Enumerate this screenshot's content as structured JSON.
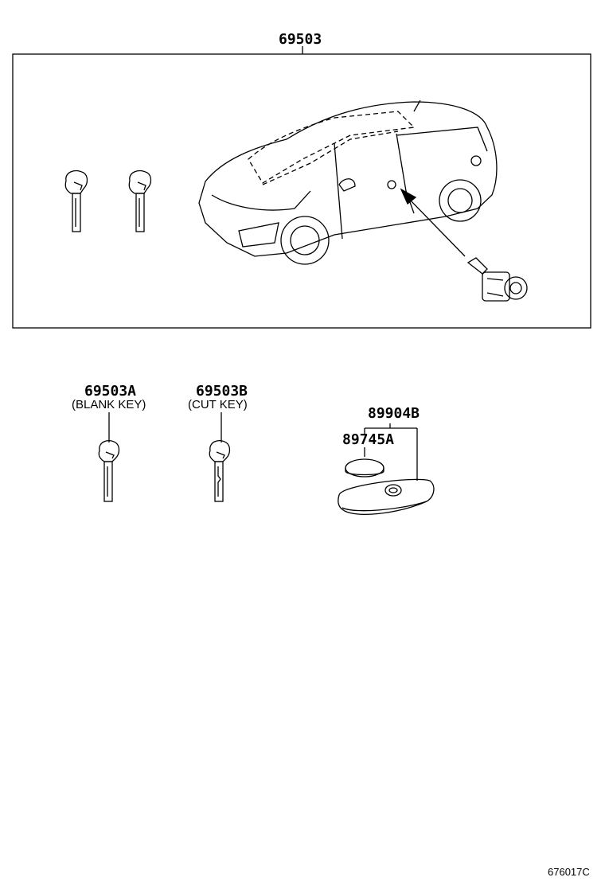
{
  "parts": {
    "assembly": "69503",
    "blank_key_number": "69503A",
    "blank_key_note": "(BLANK KEY)",
    "cut_key_number": "69503B",
    "cut_key_note": "(CUT KEY)",
    "transmitter": "89904B",
    "battery": "89745A"
  },
  "figure_ref": "676017C"
}
